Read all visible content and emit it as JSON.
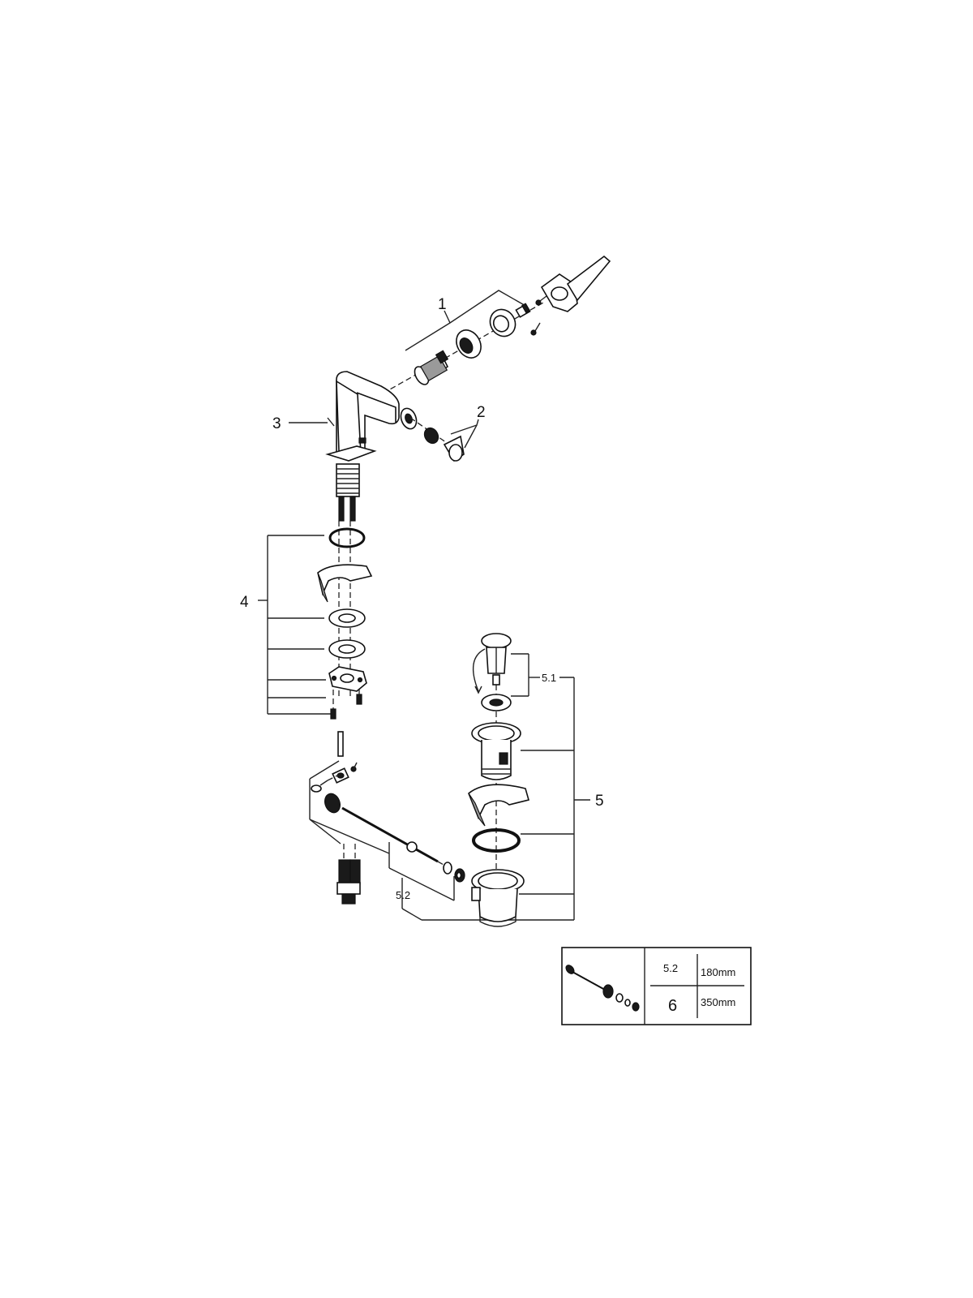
{
  "callouts": {
    "c1": "1",
    "c2": "2",
    "c3": "3",
    "c4": "4",
    "c5": "5",
    "c5_1": "5.1",
    "c5_2": "5.2"
  },
  "table": {
    "row1": {
      "code": "5.2",
      "length": "180mm"
    },
    "row2": {
      "code": "6",
      "length": "350mm"
    }
  }
}
